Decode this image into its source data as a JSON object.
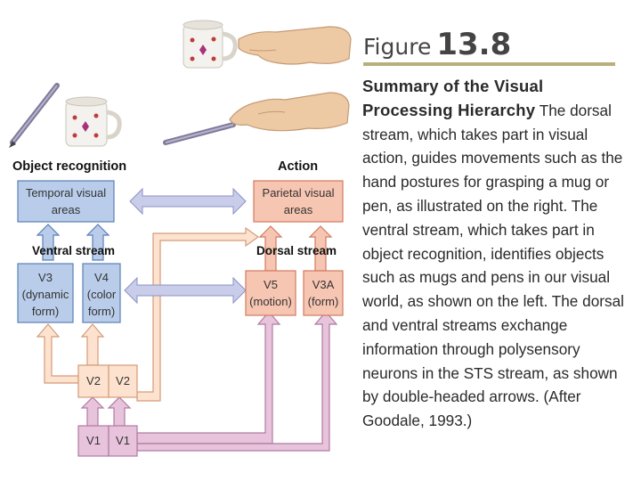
{
  "figure": {
    "label": "Figure",
    "number": "13.8",
    "caption_title": "Summary of the Visual Processing Hierarchy",
    "caption_body": "The dorsal stream, which takes part in visual action, guides movements such as the hand postures for grasping a mug or pen, as illustrated on the right. The ventral stream, which takes part in object recognition, identifies objects such as mugs and pens in our visual world, as shown on the left. The dorsal and ventral streams exchange information through polysensory neurons in the STS stream, as shown by double-headed arrows. (After Goodale, 1993.)"
  },
  "diagram": {
    "object_recognition": "Object recognition",
    "action": "Action",
    "ventral_stream": "Ventral stream",
    "dorsal_stream": "Dorsal stream",
    "temporal_box": [
      "Temporal visual",
      "areas"
    ],
    "parietal_box": [
      "Parietal visual",
      "areas"
    ],
    "v3_box": [
      "V3",
      "(dynamic",
      "form)"
    ],
    "v4_box": [
      "V4",
      "(color",
      "form)"
    ],
    "v5_box": [
      "V5",
      "(motion)"
    ],
    "v3a_box": [
      "V3A",
      "(form)"
    ],
    "v2_left": "V2",
    "v2_right": "V2",
    "v1_left": "V1",
    "v1_right": "V1"
  },
  "colors": {
    "ventral_fill": "#b9cdea",
    "ventral_stroke": "#5b7fb5",
    "dorsal_fill": "#f7c6b2",
    "dorsal_stroke": "#d07a60",
    "v2_fill": "#fde3cf",
    "v1_fill": "#e7c3dc",
    "v1_stroke": "#b07aa0",
    "sts_arrow": "#c9cdea"
  },
  "icons": [
    "pen-icon",
    "mug-icon",
    "hand-icon"
  ]
}
